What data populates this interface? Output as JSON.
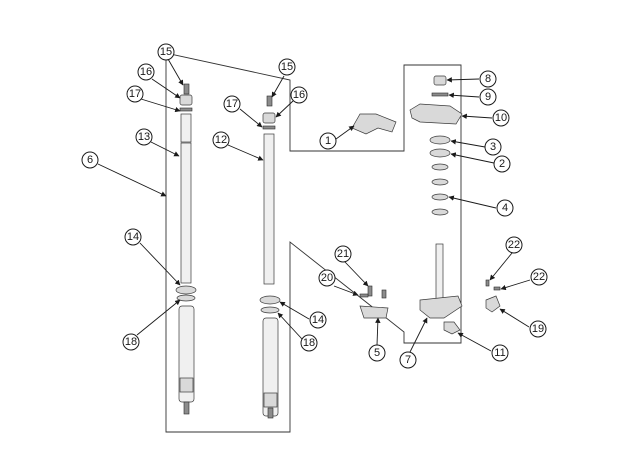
{
  "callouts": {
    "c1": "1",
    "c2": "2",
    "c3": "3",
    "c4": "4",
    "c5": "5",
    "c6": "6",
    "c7": "7",
    "c8": "8",
    "c9": "9",
    "c10": "10",
    "c11": "11",
    "c12": "12",
    "c13": "13",
    "c14a": "14",
    "c14b": "14",
    "c15a": "15",
    "c15b": "15",
    "c16a": "16",
    "c16b": "16",
    "c17a": "17",
    "c17b": "17",
    "c18a": "18",
    "c18b": "18",
    "c19": "19",
    "c20": "20",
    "c21": "21",
    "c22a": "22",
    "c22b": "22"
  }
}
